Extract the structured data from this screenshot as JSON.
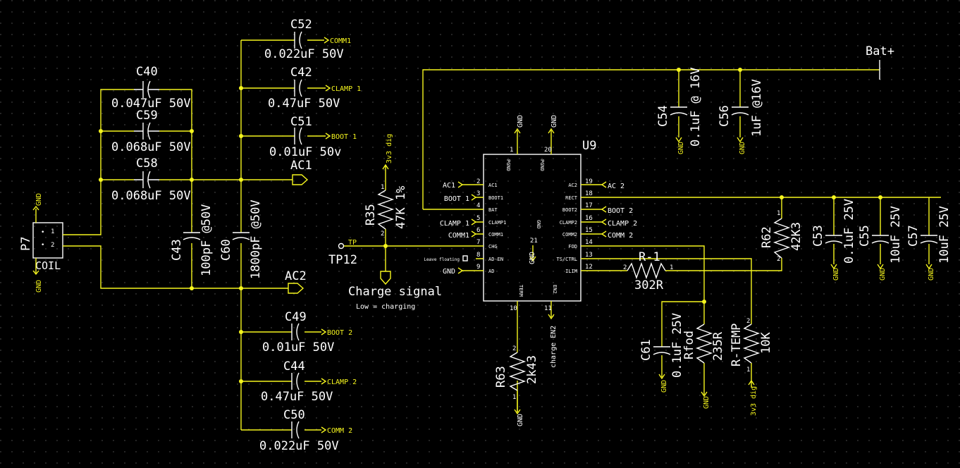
{
  "colors": {
    "background": "#000000",
    "wire": "#f5f51e",
    "component": "#ffffff"
  },
  "components": {
    "C40": {
      "ref": "C40",
      "value": "0.047uF 50V"
    },
    "C59": {
      "ref": "C59",
      "value": "0.068uF 50V"
    },
    "C58": {
      "ref": "C58",
      "value": "0.068uF 50V"
    },
    "C52": {
      "ref": "C52",
      "value": "0.022uF 50V"
    },
    "C42": {
      "ref": "C42",
      "value": "0.47uF 50V"
    },
    "C51": {
      "ref": "C51",
      "value": "0.01uF 50v"
    },
    "C49": {
      "ref": "C49",
      "value": "0.01uF 50V"
    },
    "C44": {
      "ref": "C44",
      "value": "0.47uF 50V"
    },
    "C50": {
      "ref": "C50",
      "value": "0.022uF 50V"
    },
    "C43": {
      "ref": "C43",
      "value": "100pF @50V"
    },
    "C60": {
      "ref": "C60",
      "value": "1800pF @50V"
    },
    "C54": {
      "ref": "C54",
      "value": "0.1uF @ 16V"
    },
    "C56": {
      "ref": "C56",
      "value": "1uF @16V"
    },
    "C53": {
      "ref": "C53",
      "value": "0.1uF 25V"
    },
    "C55": {
      "ref": "C55",
      "value": "10uF 25V"
    },
    "C57": {
      "ref": "C57",
      "value": "10uF 25V"
    },
    "C61": {
      "ref": "C61",
      "value": "0.1uF 25V"
    },
    "R35": {
      "ref": "R35",
      "value": "47K 1%"
    },
    "R62": {
      "ref": "R62",
      "value": "42K3"
    },
    "R63": {
      "ref": "R63",
      "value": "2k43"
    },
    "R1": {
      "ref": "R-1",
      "value": "302R"
    },
    "Rfod": {
      "ref": "Rfod",
      "value": "235R"
    },
    "RTEMP": {
      "ref": "R-TEMP",
      "value": "10K"
    },
    "P7": {
      "ref": "P7",
      "value": "COIL"
    },
    "U9": {
      "ref": "U9"
    },
    "TP12": {
      "ref": "TP12",
      "tp": "TP"
    }
  },
  "nets": {
    "comm1": "COMM1",
    "clamp1": "CLAMP 1",
    "boot1": "BOOT 1",
    "ac1": "AC1",
    "ac2": "AC2",
    "boot2": "BOOT 2",
    "clamp2": "CLAMP 2",
    "comm2": "COMM 2",
    "batplus": "Bat+",
    "gnd": "GND",
    "v3dig": "3v3 dig",
    "ac1_u": "AC1",
    "boot1_u": "BOOT 1",
    "clamp1_u": "CLAMP 1",
    "comm1_u": "COMM1",
    "gnd_u": "GND",
    "ac2_u": "AC 2",
    "boot2_u": "BOOT 2",
    "clamp2_u": "CLAMP 2",
    "comm2_u": "COMM 2",
    "charge_en2": "charge EN2"
  },
  "charge": {
    "label": "Charge signal",
    "note": "Low = charging"
  },
  "u9_pins": {
    "left": [
      {
        "num": "2",
        "name": "AC1"
      },
      {
        "num": "3",
        "name": "BOOT1"
      },
      {
        "num": "4",
        "name": "BAT"
      },
      {
        "num": "5",
        "name": "CLAMP1"
      },
      {
        "num": "6",
        "name": "COMM1"
      },
      {
        "num": "7",
        "name": "CHG"
      },
      {
        "num": "8",
        "name": "AD-EN"
      },
      {
        "num": "9",
        "name": "AD"
      }
    ],
    "right": [
      {
        "num": "19",
        "name": "AC2"
      },
      {
        "num": "18",
        "name": "RECT"
      },
      {
        "num": "17",
        "name": "BOOT2"
      },
      {
        "num": "16",
        "name": "CLAMP2"
      },
      {
        "num": "15",
        "name": "COMM2"
      },
      {
        "num": "14",
        "name": "FOD"
      },
      {
        "num": "13",
        "name": "TS/CTRL"
      },
      {
        "num": "12",
        "name": "ILIM"
      }
    ],
    "top": [
      {
        "num": "1",
        "name": "PGND"
      },
      {
        "num": "20",
        "name": "PGND"
      }
    ],
    "bottom": [
      {
        "num": "10",
        "name": "TERM"
      },
      {
        "num": "11",
        "name": "EN2"
      }
    ],
    "center": {
      "num": "21",
      "name": "GND"
    },
    "leave_floating": "Leave floating"
  },
  "p7_pins": [
    "1",
    "2"
  ],
  "pin_nums": {
    "p1": "1",
    "p2": "2"
  }
}
